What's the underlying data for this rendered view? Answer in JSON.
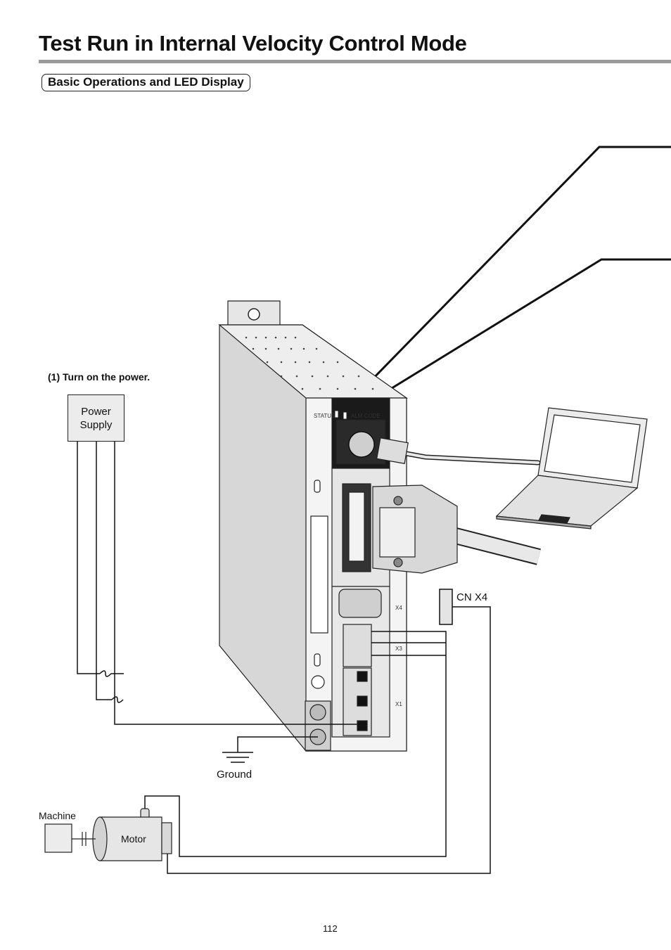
{
  "page": {
    "title": "Test Run in Internal Velocity Control Mode",
    "section": "Basic Operations and LED Display",
    "page_number": "112"
  },
  "diagram": {
    "step_1": "(1) Turn on the power.",
    "power_supply": "Power\nSupply",
    "cn_x4": "CN X4",
    "ground": "Ground",
    "machine": "Machine",
    "motor": "Motor",
    "driver": {
      "status_label": "STATUS",
      "alm_code_label": "ALM CODE",
      "x4_label": "X4",
      "x3_label": "X3",
      "x1_label": "X1"
    }
  }
}
